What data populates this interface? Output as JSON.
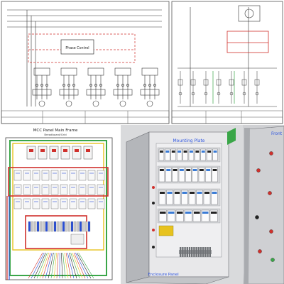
{
  "schematic_left": {
    "control_block_label": "Phase Control"
  },
  "mcc_panel": {
    "title": "MCC Panel Main Frame",
    "subtitle": "Breadboard/Grid"
  },
  "cabinet_3d": {
    "mounting_plate_label": "Mounting Plate",
    "bottom_label": "Enclosure Panel"
  },
  "door_3d": {
    "label": "Front"
  },
  "colors": {
    "wire_red": "#d0302c",
    "wire_green": "#3aa648",
    "wire_yellow": "#e7c21e",
    "wire_blue": "#2a4fd6",
    "label_blue": "#2f56e0"
  }
}
